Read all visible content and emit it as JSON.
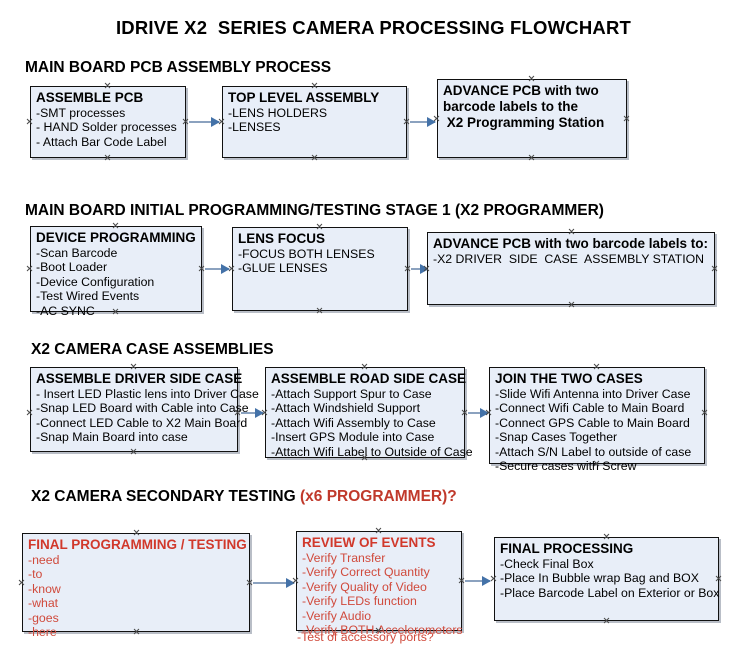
{
  "document": {
    "title": "IDRIVE X2  SERIES CAMERA PROCESSING FLOWCHART"
  },
  "sections": [
    {
      "id": "pcb-assembly",
      "heading": "MAIN BOARD PCB ASSEMBLY PROCESS",
      "accent": ""
    },
    {
      "id": "initial-programming",
      "heading": "MAIN BOARD INITIAL PROGRAMMING/TESTING STAGE 1 (X2 PROGRAMMER)",
      "accent": ""
    },
    {
      "id": "case-assemblies",
      "heading": "X2 CAMERA CASE ASSEMBLIES",
      "accent": ""
    },
    {
      "id": "secondary-testing",
      "heading": "X2 CAMERA SECONDARY TESTING ",
      "accent": "(x6 PROGRAMMER)?"
    }
  ],
  "boxes": {
    "assemble_pcb": {
      "title": "ASSEMBLE PCB",
      "lines": [
        "-SMT processes",
        "- HAND Solder processes",
        "- Attach Bar Code Label"
      ]
    },
    "top_level_assembly": {
      "title": "TOP LEVEL ASSEMBLY",
      "lines": [
        "-LENS HOLDERS",
        "-LENSES"
      ]
    },
    "advance_pcb_station": {
      "title": "ADVANCE PCB with two",
      "lines": [
        "barcode labels to the",
        " X2 Programming Station"
      ]
    },
    "device_programming": {
      "title": "DEVICE PROGRAMMING",
      "lines": [
        "-Scan Barcode",
        "-Boot Loader",
        "-Device Configuration",
        "-Test Wired Events",
        "-AC SYNC"
      ]
    },
    "lens_focus": {
      "title": "LENS FOCUS",
      "lines": [
        "-FOCUS BOTH LENSES",
        "-GLUE LENSES"
      ]
    },
    "advance_pcb_driver_case": {
      "title": "ADVANCE PCB with two barcode labels to:",
      "lines": [
        "-X2 DRIVER  SIDE  CASE  ASSEMBLY STATION"
      ]
    },
    "assemble_driver_side_case": {
      "title": "ASSEMBLE DRIVER SIDE CASE",
      "lines": [
        "- Insert LED Plastic lens into Driver Case",
        "-Snap LED Board with Cable into Case",
        "-Connect LED Cable to X2 Main Board",
        "-Snap Main Board into case"
      ]
    },
    "assemble_road_side_case": {
      "title": "ASSEMBLE ROAD SIDE CASE",
      "lines": [
        "-Attach Support Spur to Case",
        "-Attach Windshield Support",
        "-Attach Wifi Assembly to Case",
        "-Insert GPS Module into Case",
        "-Attach Wifi Label to Outside of Case"
      ]
    },
    "join_the_two_cases": {
      "title": "JOIN THE TWO CASES",
      "lines": [
        "-Slide Wifi Antenna into Driver Case",
        "-Connect Wifi Cable to Main Board",
        "-Connect GPS Cable to Main Board",
        "-Snap Cases Together",
        "-Attach S/N Label to outside of case",
        "-Secure cases with Screw"
      ]
    },
    "final_programming_testing": {
      "title": "FINAL PROGRAMMING / TESTING",
      "lines": [
        "-need",
        "-to",
        "-know",
        "-what",
        "-goes",
        "-here"
      ]
    },
    "review_of_events": {
      "title": "REVIEW OF EVENTS",
      "lines": [
        "-Verify Transfer",
        "-Verify Correct Quantity",
        "-Verify Quality of Video",
        "-Verify LEDs function",
        "-Verify Audio",
        "-Verify BOTH Accelerometers"
      ],
      "overflow_line": "-Test of accessory ports?"
    },
    "final_processing": {
      "title": "FINAL PROCESSING",
      "lines": [
        "-Check Final Box",
        "-Place In Bubble wrap Bag and BOX",
        "-Place Barcode Label on Exterior or Box"
      ]
    }
  },
  "colors": {
    "box_fill": "#e8eef8",
    "box_border": "#111111",
    "accent_red": "#d1382b",
    "connector": "#8ba2bf",
    "arrow": "#4472a8",
    "background": "#ffffff"
  }
}
